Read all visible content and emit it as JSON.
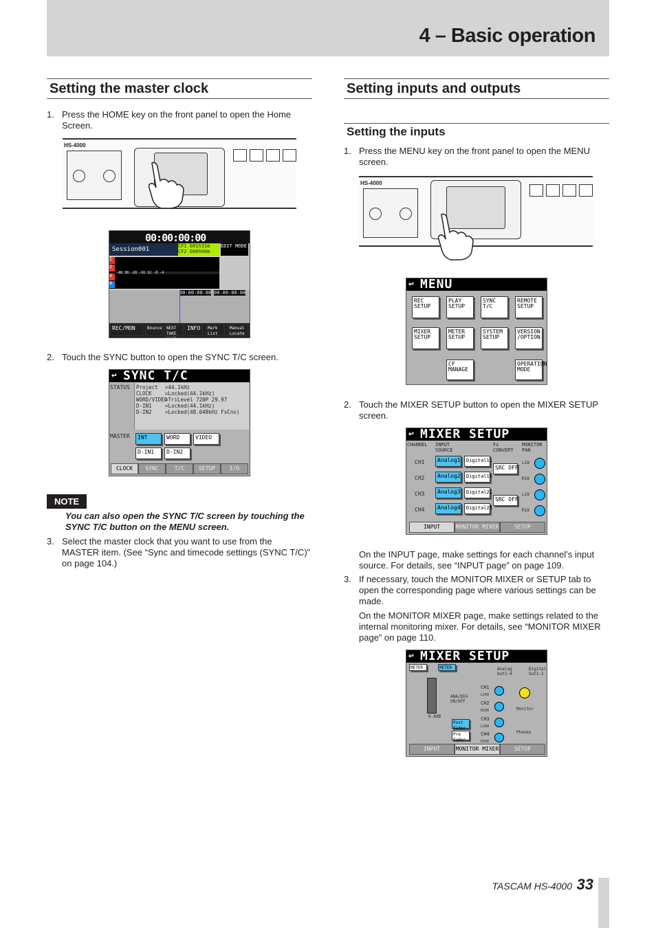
{
  "header": {
    "chapter_title": "4 – Basic operation"
  },
  "left": {
    "section_title": "Setting the master clock",
    "steps": [
      {
        "num": "1.",
        "text_lines": [
          "Press the HOME key on the front panel to open the Home",
          "Screen."
        ]
      },
      {
        "num": "2.",
        "text_lines": [
          "Touch the SYNC button to open the SYNC T/C screen."
        ]
      },
      {
        "num": "3.",
        "text_lines": [
          "Select the master clock that you want to use from the",
          "MASTER item. (See “Sync and timecode settings (SYNC T/C)”",
          "on page 104.)"
        ]
      }
    ],
    "note": {
      "label": "NOTE",
      "text_lines": [
        "You can also open the SYNC T/C screen by touching the",
        "SYNC T/C button on the MENU screen."
      ]
    }
  },
  "right": {
    "section_title": "Setting inputs and outputs",
    "subsection_title": "Setting the inputs",
    "steps": [
      {
        "num": "1.",
        "text_lines": [
          "Press the MENU key on the front panel to open the MENU",
          "screen."
        ]
      },
      {
        "num": "2.",
        "text_lines": [
          "Touch the MIXER SETUP button to open the MIXER SETUP",
          "screen."
        ]
      },
      {
        "num": "3.",
        "text_lines": [
          "If necessary, touch the MONITOR MIXER or SETUP tab to",
          "open the corresponding page where various settings can be",
          "made."
        ]
      }
    ],
    "paragraphs": [
      [
        "On the INPUT page, make settings for each channel’s input",
        "source. For details, see “INPUT page” on page 109."
      ],
      [
        "On the MONITOR MIXER page, make settings related to the",
        "internal monitoring mixer. For details, see “MONITOR MIXER",
        "page” on page 110."
      ]
    ]
  },
  "device": {
    "brand": "HS-4000"
  },
  "home_screen": {
    "session": "Session001",
    "cf1": "CF1 001h31m",
    "cf2": "CF2 000h00m",
    "edit_mode": "EDIT MODE",
    "timecode_a": "00:00:00:00",
    "timecode_b": "00:00:00:00",
    "meter_scale": [
      "-40",
      "30",
      "-20",
      "-16",
      "12",
      "-8",
      "-4"
    ],
    "tracks": [
      "1",
      "2",
      "3",
      "4"
    ],
    "buttons": [
      "REC/MON",
      "Bounce T/O",
      "NEXT TAKE NAME",
      "INFO",
      "Mark List",
      "Manual Locate"
    ]
  },
  "sync_screen": {
    "title": "SYNC T/C",
    "status_label": "STATUS",
    "status_rows": [
      {
        "key": "Project",
        "val": "=44.1kHz"
      },
      {
        "key": "CLOCK",
        "val": "=Locked(44.1kHz)"
      },
      {
        "key": "WORD/VIDEO",
        "val": "=TriLevel 720P 29.97"
      },
      {
        "key": "D-IN1",
        "val": "=Locked(44.1kHz)"
      },
      {
        "key": "D-IN2",
        "val": "=Locked(48.048kHz FsCnv)"
      }
    ],
    "master_label": "MASTER",
    "master_buttons": [
      "INT",
      "WORD",
      "VIDEO",
      "D-IN1",
      "D-IN2"
    ],
    "tabs": [
      "CLOCK",
      "SYNC",
      "T/C",
      "SETUP",
      "I/O"
    ]
  },
  "menu_screen": {
    "title": "MENU",
    "buttons": [
      "REC SETUP",
      "PLAY SETUP",
      "SYNC T/C",
      "REMOTE SETUP",
      "MIXER SETUP",
      "METER SETUP",
      "SYSTEM SETUP",
      "VERSION /OPTION",
      "CF MANAGE",
      "OPERATION MODE"
    ]
  },
  "mixer_input_screen": {
    "title": "MIXER SETUP",
    "headers": [
      "CHANNEL",
      "INPUT SOURCE",
      "Fs CONVERT",
      "MONITOR PAN"
    ],
    "channels": [
      "CH1",
      "CH2",
      "CH3",
      "CH4"
    ],
    "analog": [
      "Analog1",
      "Analog2",
      "Analog3",
      "Analog4"
    ],
    "digital": [
      "Digital1L",
      "Digital1R",
      "Digital2L",
      "Digital2R"
    ],
    "src": "SRC OFF",
    "pan": [
      "L18",
      "R18",
      "L18",
      "R18"
    ],
    "tabs": [
      "INPUT",
      "MONITOR MIXER",
      "SETUP"
    ]
  },
  "mixer_monitor_screen": {
    "title": "MIXER SETUP",
    "meter": "METER",
    "ch_labels": [
      "CH1",
      "CH2",
      "CH3",
      "CH4"
    ],
    "pan": [
      "L100",
      "R100",
      "L100",
      "R100"
    ],
    "level": "0.0dB",
    "analog_out": "Analog Out1-4",
    "digital_out": "Digital Out1-2",
    "ana_dig": "ANA/DIG ON/OFF",
    "post_fader": "Post Fader",
    "pre_fader": "Pre Fader",
    "monitor": "Monitor",
    "phones": "Phones",
    "tabs": [
      "INPUT",
      "MONITOR MIXER",
      "SETUP"
    ]
  },
  "footer": {
    "brand": "TASCAM HS-4000",
    "page": "33"
  }
}
